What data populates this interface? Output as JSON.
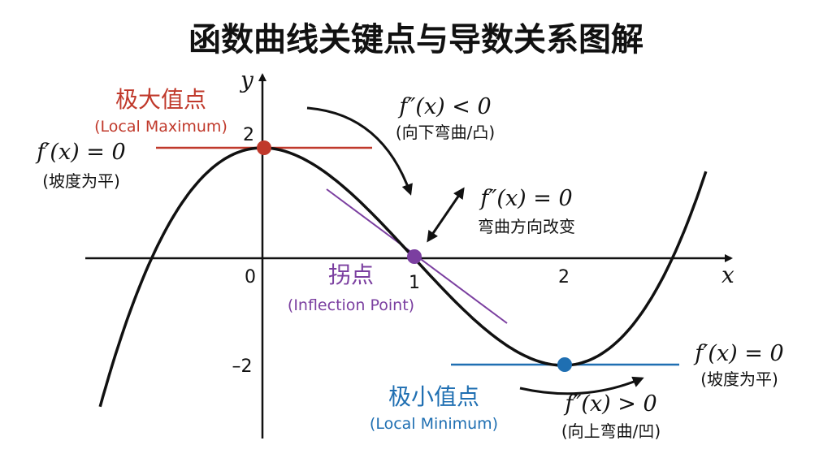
{
  "title": "函数曲线关键点与导数关系图解",
  "colors": {
    "curve": "#111111",
    "axis": "#111111",
    "max": "#c0392b",
    "min": "#1f6fb2",
    "inflection": "#7b3fa0",
    "text": "#1a1a1a"
  },
  "axes": {
    "x_label": "x",
    "y_label": "y",
    "origin_label": "0",
    "x_ticks": [
      "1",
      "2"
    ],
    "y_ticks": [
      "2",
      "–2"
    ]
  },
  "points": {
    "maximum": {
      "x": 0,
      "y": 2,
      "name_cn": "极大值点",
      "name_en": "(Local Maximum)",
      "derivative": "f′(x) = 0",
      "note": "(坡度为平)"
    },
    "minimum": {
      "x": 2,
      "y": -2,
      "name_cn": "极小值点",
      "name_en": "(Local Minimum)",
      "derivative": "f′(x) = 0",
      "note": "(坡度为平)"
    },
    "inflection": {
      "x": 1,
      "y": 0,
      "name_cn": "拐点",
      "name_en": "(Inflection Point)"
    }
  },
  "annotations": {
    "concave_down": {
      "formula": "f″(x) < 0",
      "note": "(向下弯曲/凸)"
    },
    "change": {
      "formula": "f″(x) = 0",
      "note": "弯曲方向改变"
    },
    "concave_up": {
      "formula": "f″(x) > 0",
      "note": "(向上弯曲/凹)"
    }
  }
}
